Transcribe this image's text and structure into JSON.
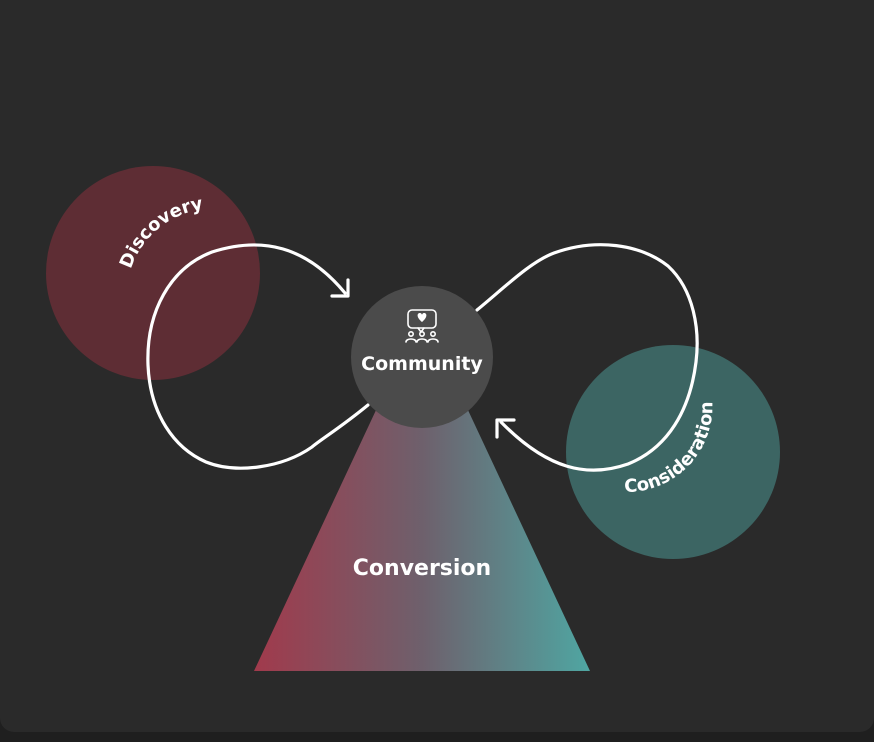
{
  "diagram": {
    "center": {
      "label": "Community",
      "icon": "community-chat-icon"
    },
    "stages": {
      "discovery": {
        "label": "Discovery"
      },
      "consideration": {
        "label": "Consideration"
      },
      "conversion": {
        "label": "Conversion"
      }
    }
  },
  "colors": {
    "background": "#2a2a2a",
    "discovery": "#5e2d34",
    "consideration": "#3c6563",
    "center": "#4b4b4b",
    "gradient_start": "#a13a4c",
    "gradient_end": "#4fa6a2",
    "lines": "#ffffff"
  }
}
